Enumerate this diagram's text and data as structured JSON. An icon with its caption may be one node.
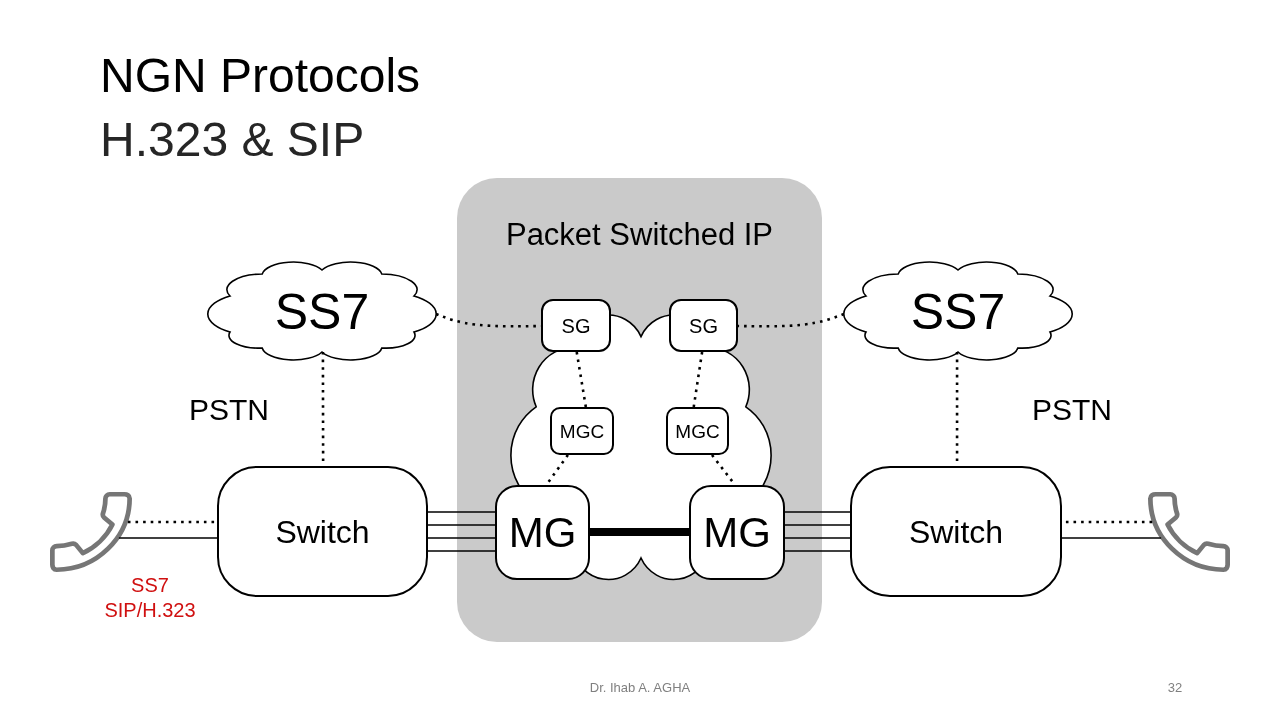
{
  "diagram": {
    "title": "NGN Protocols",
    "nodes": [
      {
        "text": [
          "Packet Switched IP"
        ]
      },
      {
        "text": [
          "SS7"
        ]
      },
      {
        "text": [],
        "shape": "cloud",
        "in": 0
      },
      {
        "text": [
          "SG"
        ],
        "in": 0
      },
      {
        "text": [
          "SG"
        ],
        "in": 0
      },
      {
        "text": [
          "SS7"
        ]
      },
      {
        "text": [
          "MGC"
        ],
        "in": 2
      },
      {
        "text": [
          "MGC"
        ],
        "in": 2
      },
      {
        "text": [],
        "shape": "phone"
      },
      {
        "text": [
          "Switch"
        ]
      },
      {
        "text": [
          "MG"
        ],
        "in": 0
      },
      {
        "text": [
          "MG"
        ],
        "in": 0
      },
      {
        "text": [
          "Switch"
        ]
      },
      {
        "text": [],
        "shape": "phone"
      }
    ],
    "edges": [
      {
        "from": 1,
        "to": 3,
        "arrow": "none",
        "style": "dashed"
      },
      {
        "from": 5,
        "to": 4,
        "arrow": "none",
        "style": "dashed"
      },
      {
        "from": 3,
        "to": 6,
        "arrow": "none",
        "style": "dashed"
      },
      {
        "from": 4,
        "to": 7,
        "arrow": "none",
        "style": "dashed"
      },
      {
        "from": 6,
        "to": 10,
        "arrow": "none",
        "style": "dashed"
      },
      {
        "from": 7,
        "to": 11,
        "arrow": "none",
        "style": "dashed"
      },
      {
        "from": 1,
        "to": 9,
        "arrow": "none",
        "style": "dashed"
      },
      {
        "from": 5,
        "to": 12,
        "arrow": "none",
        "style": "dashed"
      },
      {
        "from": 8,
        "to": 9,
        "arrow": "none",
        "style": "dashed"
      },
      {
        "from": 8,
        "to": 9,
        "arrow": "none"
      },
      {
        "from": 9,
        "to": 10,
        "arrow": "none"
      },
      {
        "from": 9,
        "to": 10,
        "arrow": "none"
      },
      {
        "from": 9,
        "to": 10,
        "arrow": "none"
      },
      {
        "from": 9,
        "to": 10,
        "arrow": "none"
      },
      {
        "from": 10,
        "to": 11,
        "arrow": "none",
        "style": "thick"
      },
      {
        "from": 11,
        "to": 12,
        "arrow": "none"
      },
      {
        "from": 11,
        "to": 12,
        "arrow": "none"
      },
      {
        "from": 11,
        "to": 12,
        "arrow": "none"
      },
      {
        "from": 11,
        "to": 12,
        "arrow": "none"
      },
      {
        "from": 13,
        "to": 12,
        "arrow": "none",
        "style": "dashed"
      },
      {
        "from": 13,
        "to": 12,
        "arrow": "none"
      }
    ],
    "labels": [
      "H.323 & SIP",
      "PSTN",
      "PSTN",
      "SS7",
      "SIP/H.323",
      "Dr. Ihab A. AGHA",
      "32"
    ]
  }
}
